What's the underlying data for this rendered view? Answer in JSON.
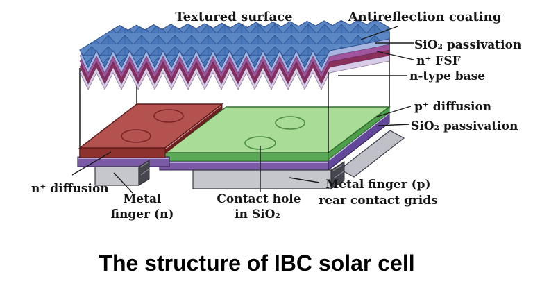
{
  "title": "The structure of IBC solar cell",
  "diagram": {
    "top_labels": {
      "textured_surface": "Textured surface",
      "antireflection_coating": "Antireflection coating"
    },
    "right_labels": {
      "sio2_passivation_top": "SiO₂ passivation",
      "n_fsf": "n⁺ FSF",
      "n_type_base": "n-type base",
      "p_diffusion": "p⁺ diffusion",
      "sio2_passivation_bottom": "SiO₂ passivation"
    },
    "bottom_labels": {
      "n_diffusion": "n⁺ diffusion",
      "metal_finger_n_line1": "Metal",
      "metal_finger_n_line2": "finger (n)",
      "contact_hole_line1": "Contact hole",
      "contact_hole_line2": "in SiO₂",
      "metal_finger_p_line1": "Metal finger (p)",
      "metal_finger_p_line2": "rear contact grids"
    },
    "colors": {
      "antireflection_blue": "#5b87c5",
      "texture_line_blue": "#2b4f8f",
      "sio2_stripe_lightblue": "#a6b4e0",
      "fsf_stripe_purple": "#a0549c",
      "fsf_stripe_maroon": "#8a2f5a",
      "stripe_pale": "#d8cce8",
      "n_diffusion_red": "#b45250",
      "n_diffusion_front_red": "#8e3230",
      "p_diffusion_green": "#a9dc97",
      "p_diffusion_front_green": "#5aa956",
      "p_diffusion_side_green": "#4f9e4b",
      "passivation_purple": "#7b5aa6",
      "passivation_purple_dark": "#63479a",
      "metal_gray": "#c6c6cd",
      "metal_gray_dark": "#46464e",
      "line_black": "#1a1a1a"
    }
  }
}
